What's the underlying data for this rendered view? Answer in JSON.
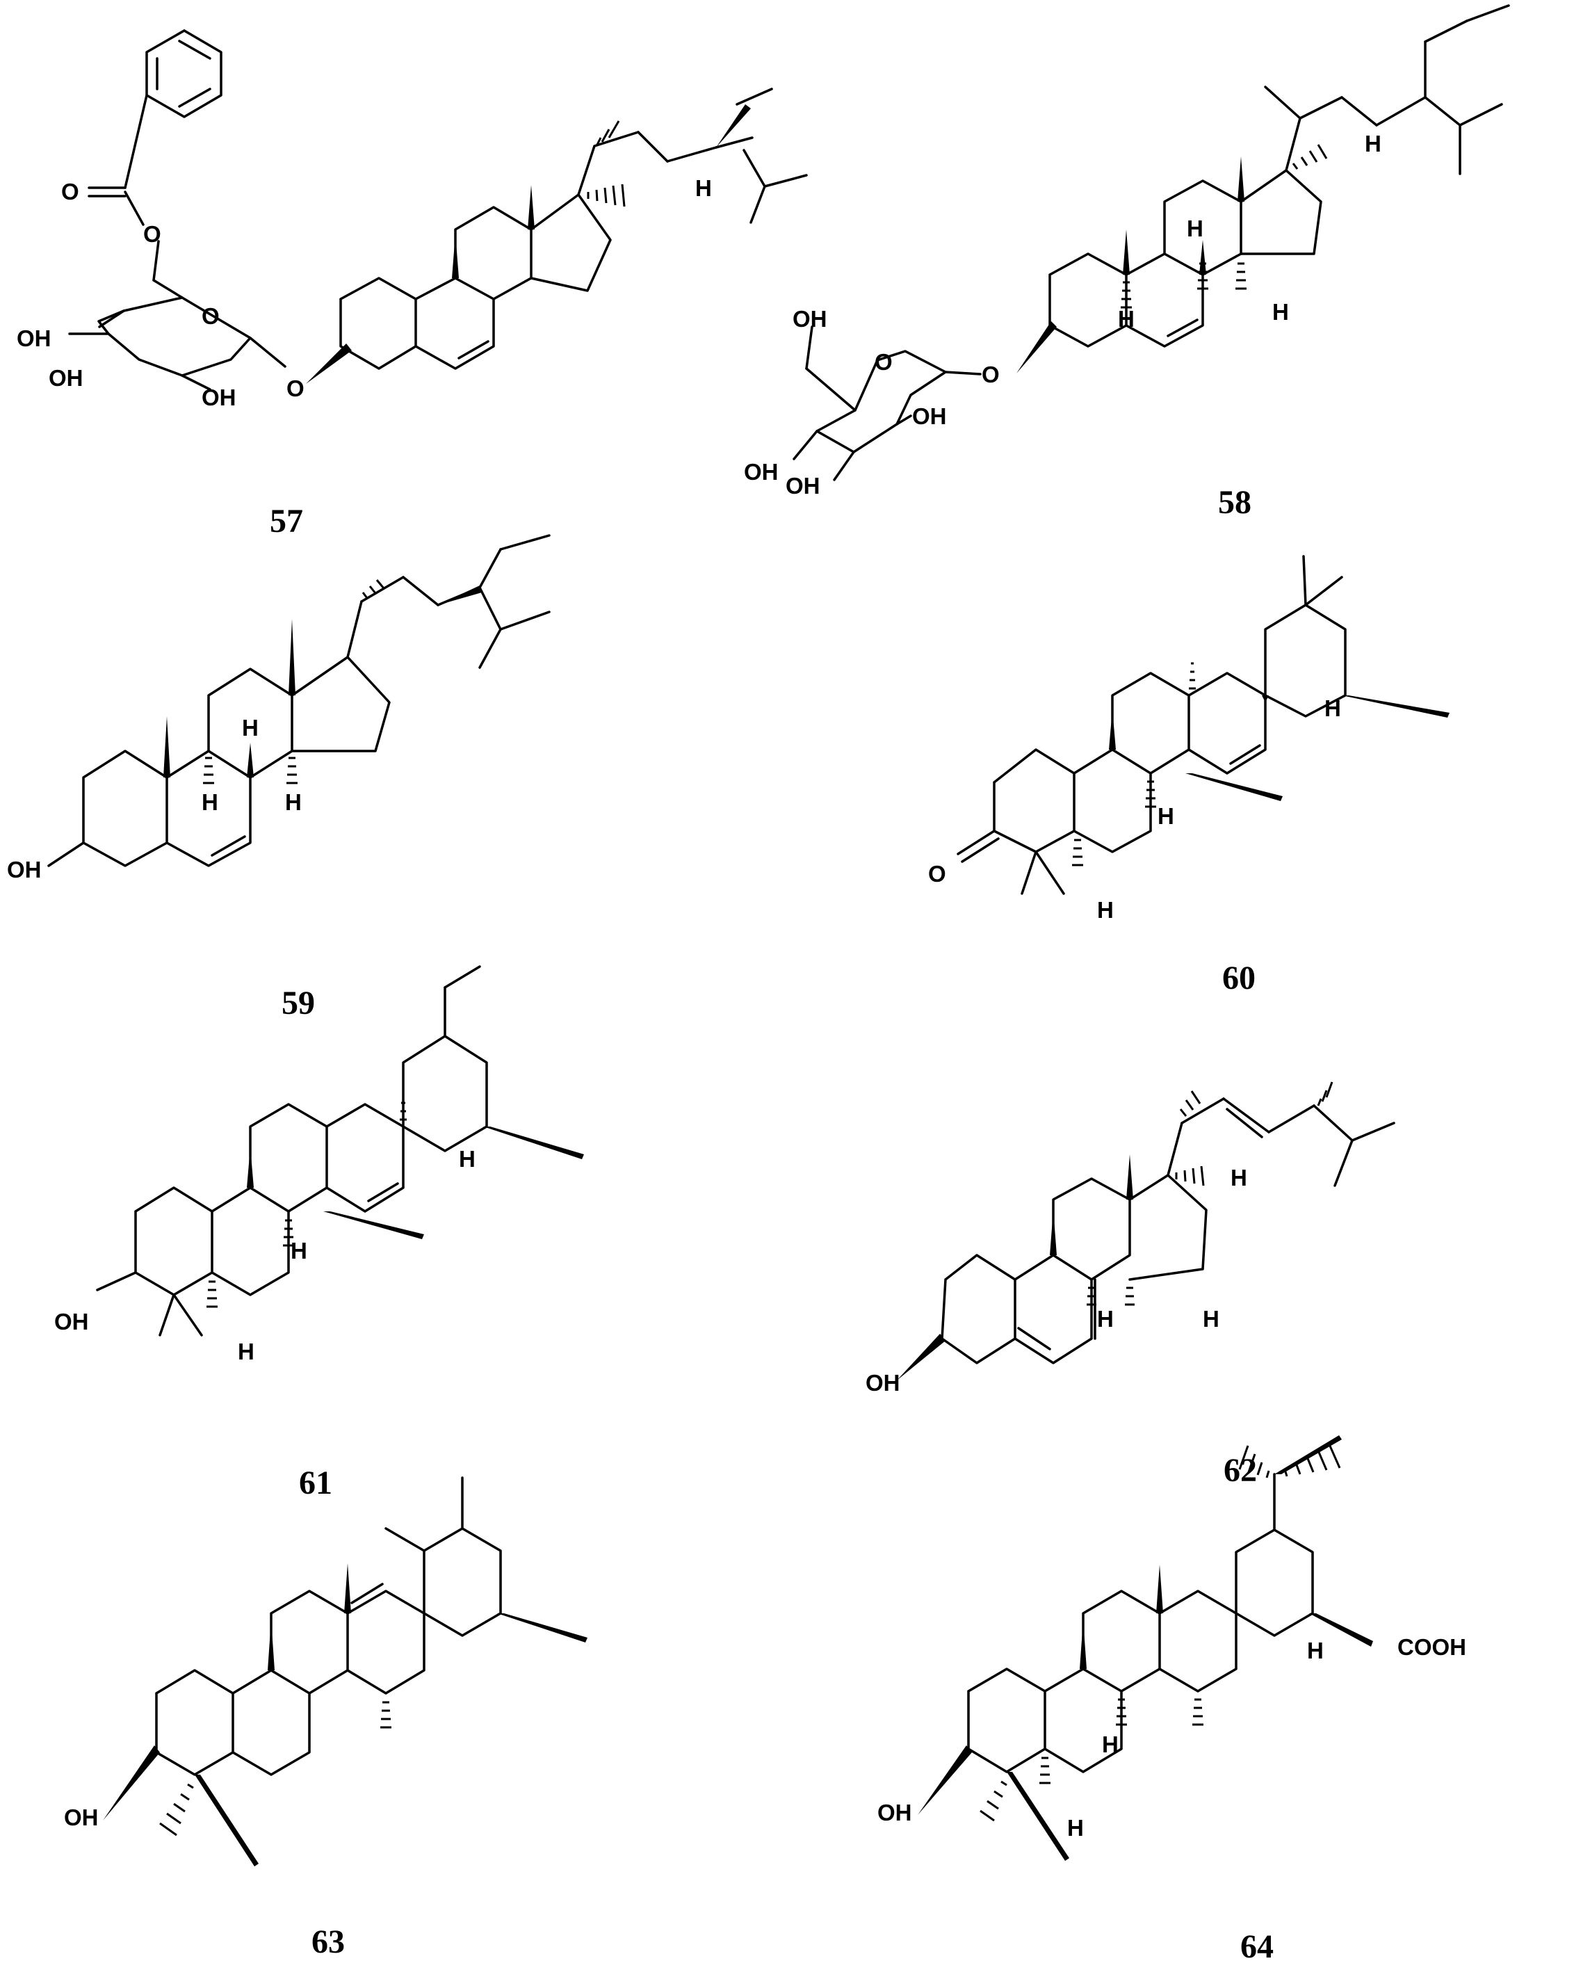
{
  "compounds": [
    {
      "number": "57",
      "atoms": [
        "O",
        "O",
        "O",
        "OH",
        "OH",
        "OH",
        "O",
        "H"
      ]
    },
    {
      "number": "58",
      "atoms": [
        "OH",
        "O",
        "O",
        "OH",
        "OH",
        "OH",
        "H",
        "H",
        "H",
        "H"
      ]
    },
    {
      "number": "59",
      "atoms": [
        "OH",
        "H",
        "H",
        "H"
      ]
    },
    {
      "number": "60",
      "atoms": [
        "O",
        "H",
        "H",
        "H"
      ]
    },
    {
      "number": "61",
      "atoms": [
        "OH",
        "H",
        "H",
        "H"
      ]
    },
    {
      "number": "62",
      "atoms": [
        "OH",
        "H",
        "H",
        "H"
      ]
    },
    {
      "number": "63",
      "atoms": [
        "OH"
      ]
    },
    {
      "number": "64",
      "atoms": [
        "OH",
        "H",
        "H",
        "H",
        "COOH"
      ]
    }
  ]
}
